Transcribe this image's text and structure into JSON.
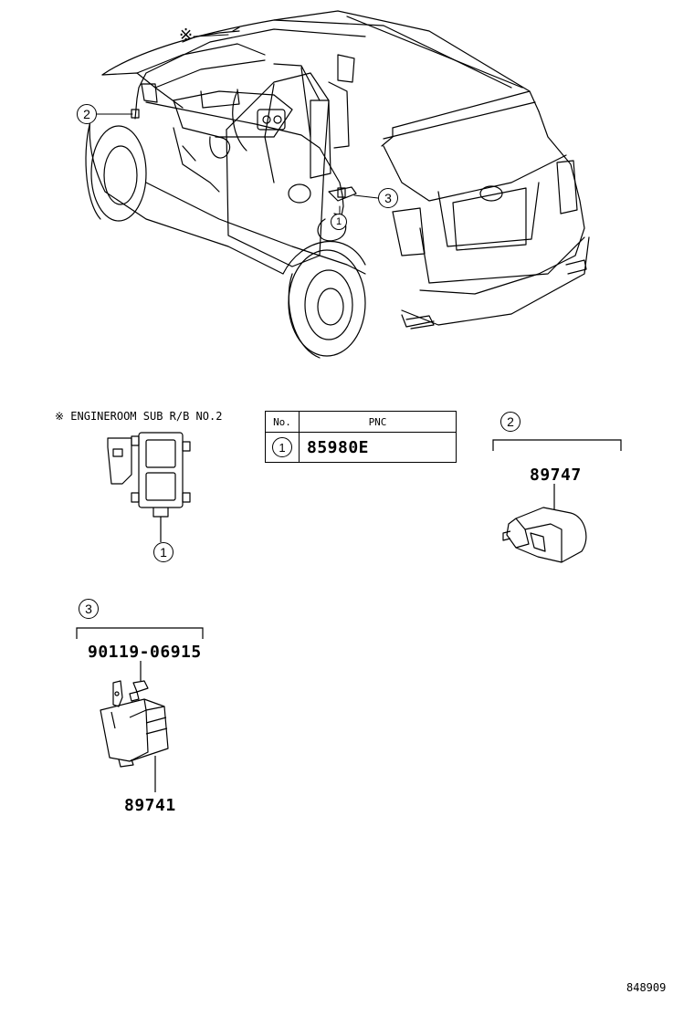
{
  "diagram": {
    "car_callouts": {
      "c1": "1",
      "c2": "2",
      "c3": "3",
      "star": "※"
    },
    "engineroom_label": "※ ENGINEROOM SUB R/B NO.2",
    "engineroom_callout": "1",
    "table": {
      "header_no": "No.",
      "header_pnc": "PNC",
      "rows": [
        {
          "no": "1",
          "pnc": "85980E"
        }
      ]
    },
    "group2": {
      "callout": "2",
      "part_number": "89747"
    },
    "group3": {
      "callout": "3",
      "bolt_part_number": "90119-06915",
      "part_number": "89741"
    },
    "figure_code": "848909"
  }
}
